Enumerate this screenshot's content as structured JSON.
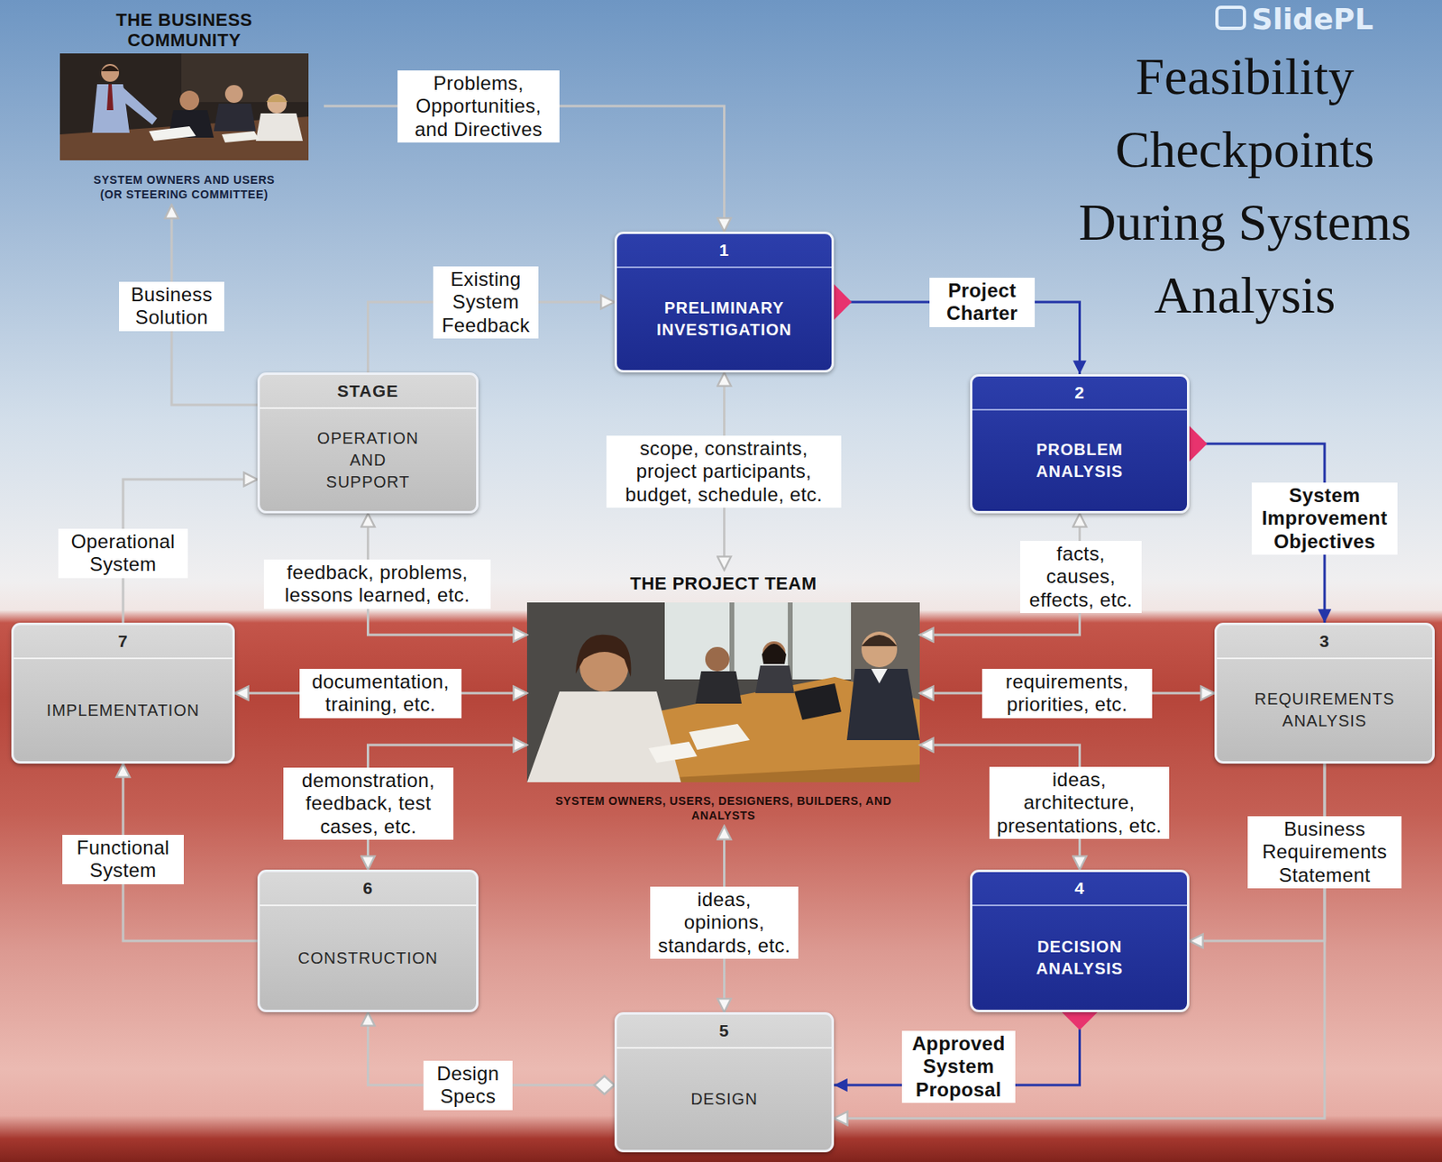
{
  "diagram": {
    "title": "Feasibility Checkpoints During Systems Analysis",
    "nodes": [
      {
        "text": [
          "THE BUSINESS COMMUNITY",
          "SYSTEM OWNERS AND USERS (OR STEERING COMMITTEE)"
        ]
      },
      {
        "text": [
          "1",
          "PRELIMINARY INVESTIGATION"
        ]
      },
      {
        "text": [
          "STAGE",
          "OPERATION AND SUPPORT"
        ]
      },
      {
        "text": [
          "2",
          "PROBLEM ANALYSIS"
        ]
      },
      {
        "text": [
          "THE PROJECT TEAM",
          "SYSTEM OWNERS, USERS, DESIGNERS, BUILDERS, AND ANALYSTS"
        ]
      },
      {
        "text": [
          "7",
          "IMPLEMENTATION"
        ]
      },
      {
        "text": [
          "3",
          "REQUIREMENTS ANALYSIS"
        ]
      },
      {
        "text": [
          "6",
          "CONSTRUCTION"
        ]
      },
      {
        "text": [
          "4",
          "DECISION ANALYSIS"
        ]
      },
      {
        "text": [
          "5",
          "DESIGN"
        ]
      }
    ],
    "edges": [
      {
        "from": 0,
        "to": 1,
        "arrow": "to",
        "label": "Problems, Opportunities, and Directives"
      },
      {
        "from": 2,
        "to": 0,
        "arrow": "to",
        "label": "Business Solution"
      },
      {
        "from": 2,
        "to": 1,
        "arrow": "to",
        "label": "Existing System Feedback"
      },
      {
        "from": 1,
        "to": 3,
        "arrow": "to",
        "label": "Project Charter"
      },
      {
        "from": 1,
        "to": 4,
        "arrow": "both",
        "label": "scope, constraints, project participants, budget, schedule, etc."
      },
      {
        "from": 3,
        "to": 6,
        "arrow": "to",
        "label": "System Improvement Objectives"
      },
      {
        "from": 5,
        "to": 2,
        "arrow": "to",
        "label": "Operational System"
      },
      {
        "from": 2,
        "to": 4,
        "arrow": "both",
        "label": "feedback, problems, lessons learned, etc."
      },
      {
        "from": 3,
        "to": 4,
        "arrow": "both",
        "label": "facts, causes, effects, etc."
      },
      {
        "from": 5,
        "to": 4,
        "arrow": "both",
        "label": "documentation, training, etc."
      },
      {
        "from": 6,
        "to": 4,
        "arrow": "both",
        "label": "requirements, priorities, etc."
      },
      {
        "from": 7,
        "to": 4,
        "arrow": "both",
        "label": "demonstration, feedback, test cases, etc."
      },
      {
        "from": 8,
        "to": 4,
        "arrow": "both",
        "label": "ideas, architecture, presentations, etc."
      },
      {
        "from": 7,
        "to": 5,
        "arrow": "to",
        "label": "Functional System"
      },
      {
        "from": 6,
        "to": 8,
        "arrow": "to",
        "label": "Business Requirements Statement"
      },
      {
        "from": 6,
        "to": 9,
        "arrow": "to"
      },
      {
        "from": 9,
        "to": 4,
        "arrow": "both",
        "label": "ideas, opinions, standards, etc."
      },
      {
        "from": 8,
        "to": 9,
        "arrow": "to",
        "label": "Approved System Proposal"
      },
      {
        "from": 9,
        "to": 7,
        "arrow": "to",
        "label": "Design Specs"
      }
    ],
    "labels": [
      "SlidePL"
    ]
  }
}
